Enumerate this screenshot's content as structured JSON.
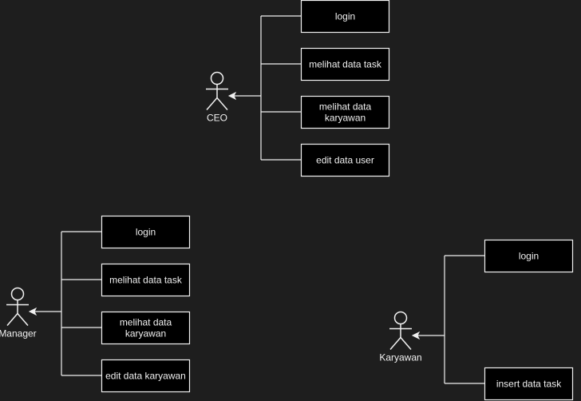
{
  "actors": [
    {
      "label": "CEO",
      "use_cases": [
        [
          "login"
        ],
        [
          "melihat data task"
        ],
        [
          "melihat data",
          "karyawan"
        ],
        [
          "edit data user"
        ]
      ]
    },
    {
      "label": "Manager",
      "use_cases": [
        [
          "login"
        ],
        [
          "melihat data task"
        ],
        [
          "melihat data",
          "karyawan"
        ],
        [
          "edit data karyawan"
        ]
      ]
    },
    {
      "label": "Karyawan",
      "use_cases": [
        [
          "login"
        ],
        [
          "insert data task"
        ]
      ]
    }
  ],
  "colors": {
    "background": "#1e1e1e",
    "box_fill": "#000000",
    "stroke": "#f0f0f0",
    "text": "#f0f0f0"
  }
}
